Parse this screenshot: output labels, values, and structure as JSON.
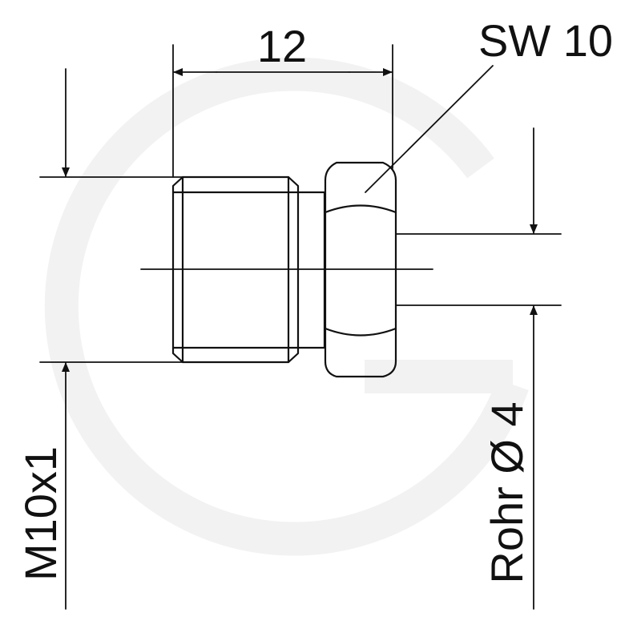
{
  "drawing": {
    "length_label": "12",
    "wrench_size_label": "SW 10",
    "thread_label": "M10x1",
    "pipe_label": "Rohr Ø 4"
  },
  "colors": {
    "line": "#111111",
    "watermark": "#f2f2f2",
    "background": "#ffffff"
  }
}
